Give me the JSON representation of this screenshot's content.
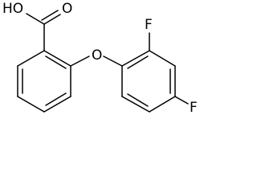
{
  "molecule": {
    "atom_labels": {
      "hydroxyl": "HO",
      "carbonyl_oxygen": "O",
      "ether_oxygen": "O",
      "fluorine_2": "F",
      "fluorine_4": "F"
    }
  },
  "colors": {
    "background": "#ffffff",
    "ink": "#000000"
  }
}
